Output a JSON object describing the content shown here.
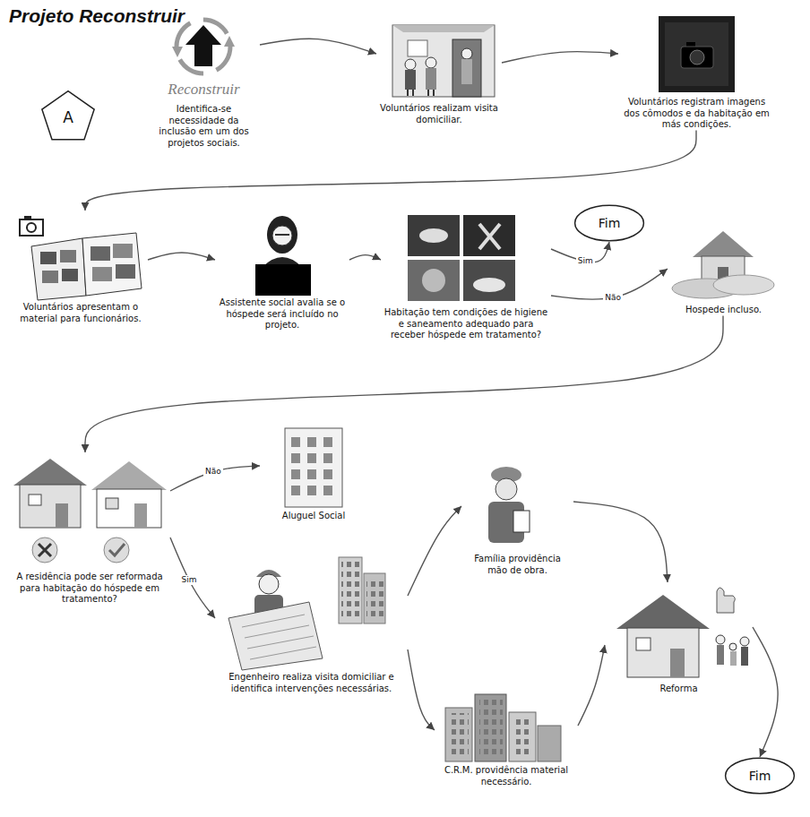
{
  "diagram": {
    "title": "Projeto Reconstruir",
    "nodes": [
      {
        "text": [
          "A"
        ]
      },
      {
        "text": [
          "Reconstruir",
          "Identifica-se necessidade da inclusão em um dos projetos sociais."
        ]
      },
      {
        "text": [
          "Voluntários realizam visita domiciliar."
        ]
      },
      {
        "text": [
          "Voluntários registram imagens dos cômodos e da habitação em más condições."
        ]
      },
      {
        "text": [
          "Voluntários apresentam o material para funcionários."
        ]
      },
      {
        "text": [
          "Assistente social avalia se o hóspede será incluído no projeto."
        ]
      },
      {
        "text": [
          "Habitação tem condições de higiene e saneamento adequado para receber hóspede em tratamento?"
        ]
      },
      {
        "text": [
          "Fim"
        ]
      },
      {
        "text": [
          "Hospede incluso."
        ]
      },
      {
        "text": [
          "A residência pode ser reformada para habitação do hóspede em tratamento?"
        ]
      },
      {
        "text": [
          "Aluguel Social"
        ]
      },
      {
        "text": [
          "Engenheiro realiza visita domiciliar e identifica intervenções necessárias."
        ]
      },
      {
        "text": [
          "Família providência mão de obra."
        ]
      },
      {
        "text": [
          "C.R.M. providência material necessário."
        ]
      },
      {
        "text": [
          "Reforma"
        ]
      },
      {
        "text": [
          "Fim"
        ]
      }
    ],
    "edges": [
      {
        "from": 1,
        "to": 2,
        "arrow": "to"
      },
      {
        "from": 2,
        "to": 3,
        "arrow": "to"
      },
      {
        "from": 3,
        "to": 4,
        "arrow": "to"
      },
      {
        "from": 4,
        "to": 5,
        "arrow": "to"
      },
      {
        "from": 5,
        "to": 6,
        "arrow": "to"
      },
      {
        "from": 6,
        "to": 7,
        "label": "Sim",
        "arrow": "to"
      },
      {
        "from": 6,
        "to": 8,
        "label": "Não",
        "arrow": "to"
      },
      {
        "from": 8,
        "to": 9,
        "arrow": "to"
      },
      {
        "from": 9,
        "to": 10,
        "label": "Não",
        "arrow": "to"
      },
      {
        "from": 9,
        "to": 11,
        "label": "Sim",
        "arrow": "to"
      },
      {
        "from": 11,
        "to": 12,
        "arrow": "to"
      },
      {
        "from": 11,
        "to": 13,
        "arrow": "to"
      },
      {
        "from": 12,
        "to": 14,
        "arrow": "to"
      },
      {
        "from": 13,
        "to": 14,
        "arrow": "to"
      },
      {
        "from": 14,
        "to": 15,
        "arrow": "to"
      }
    ]
  }
}
